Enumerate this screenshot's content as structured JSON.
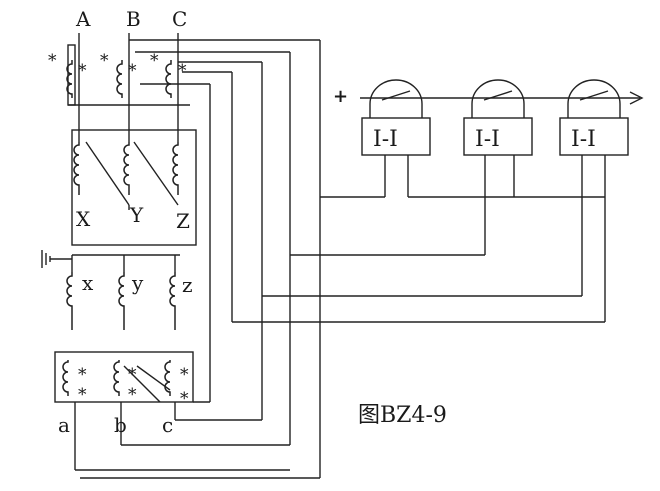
{
  "primary": {
    "terminals_top": [
      "A",
      "B",
      "C"
    ],
    "terminals_bottom": [
      "X",
      "Y",
      "Z"
    ]
  },
  "secondary": {
    "terminals_top": [
      "x",
      "y",
      "z"
    ],
    "terminals_bottom": [
      "a",
      "b",
      "c"
    ]
  },
  "polarity_mark": "*",
  "relays": [
    {
      "label": "I-I"
    },
    {
      "label": "I-I"
    },
    {
      "label": "I-I"
    }
  ],
  "dc_supply_plus": "+",
  "figure_caption": "图BZ4-9",
  "colors": {
    "line": "#222222",
    "background": "#ffffff"
  }
}
